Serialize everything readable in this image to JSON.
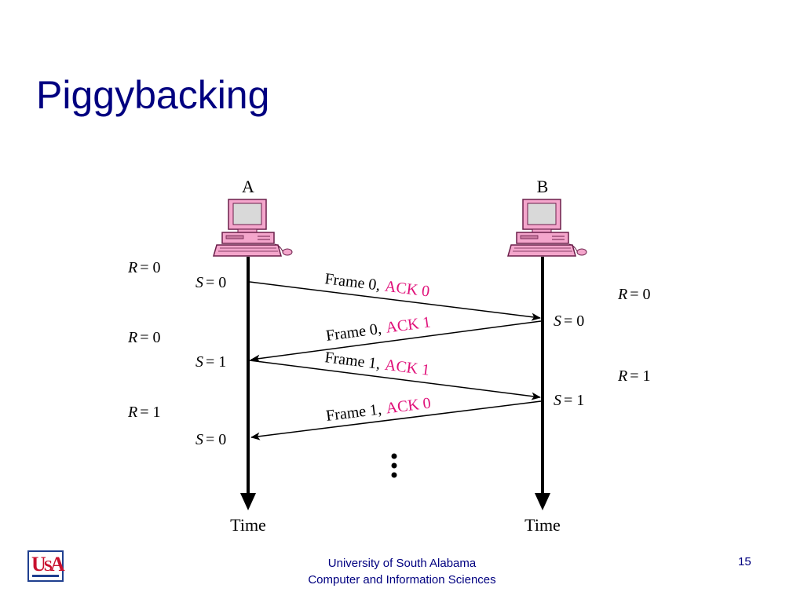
{
  "slide": {
    "title": "Piggybacking"
  },
  "diagram": {
    "station_a": "A",
    "station_b": "B",
    "time_label_a": "Time",
    "time_label_b": "Time",
    "variables": {
      "a": [
        {
          "var": "R",
          "eq": "= 0"
        },
        {
          "var": "S",
          "eq": "= 0"
        },
        {
          "var": "R",
          "eq": "= 0"
        },
        {
          "var": "S",
          "eq": "= 1"
        },
        {
          "var": "R",
          "eq": "= 1"
        },
        {
          "var": "S",
          "eq": "= 0"
        }
      ],
      "b": [
        {
          "var": "R",
          "eq": "= 0"
        },
        {
          "var": "S",
          "eq": "= 0"
        },
        {
          "var": "R",
          "eq": "= 1"
        },
        {
          "var": "S",
          "eq": "= 1"
        }
      ]
    },
    "messages": [
      {
        "frame": "Frame 0,",
        "ack": "ACK 0",
        "direction": "A to B"
      },
      {
        "frame": "Frame 0,",
        "ack": "ACK 1",
        "direction": "B to A"
      },
      {
        "frame": "Frame 1,",
        "ack": "ACK 1",
        "direction": "A to B"
      },
      {
        "frame": "Frame 1,",
        "ack": "ACK 0",
        "direction": "B to A"
      }
    ],
    "colors": {
      "ack": "#e0117a",
      "computer_fill": "#f4a6cc",
      "computer_stroke": "#6b1f4a",
      "line": "#000000"
    }
  },
  "footer": {
    "line1": "University of South Alabama",
    "line2": "Computer and Information Sciences",
    "page": "15"
  }
}
